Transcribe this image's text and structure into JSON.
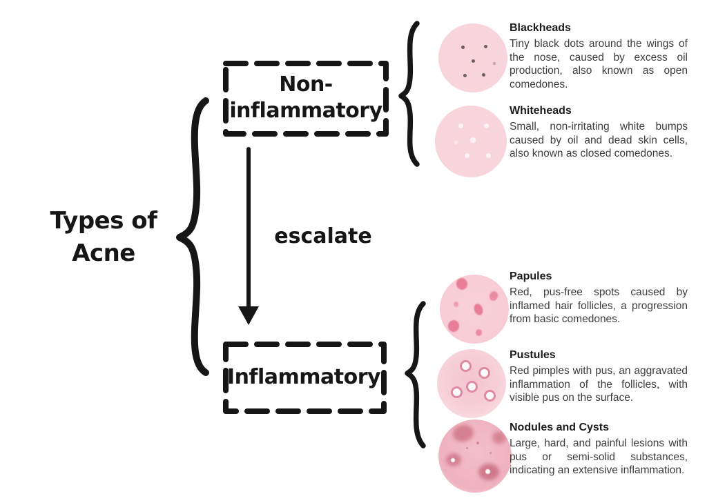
{
  "title": {
    "line1": "Types of",
    "line2": "Acne"
  },
  "flow": {
    "top_box": {
      "line1": "Non-",
      "line2": "inflammatory"
    },
    "arrow_label": "escalate",
    "bottom_box": "Inflammatory"
  },
  "items": [
    {
      "title": "Blackheads",
      "description": "Tiny black dots around the wings of the nose, caused by excess oil production, also known as open comedones.",
      "illustration": "blackheads-circle"
    },
    {
      "title": "Whiteheads",
      "description": "Small, non-irritating white bumps caused by oil and dead skin cells, also known as closed comedones.",
      "illustration": "whiteheads-circle"
    },
    {
      "title": "Papules",
      "description": "Red, pus-free spots caused by inflamed hair follicles, a progression from basic comedones.",
      "illustration": "papules-circle"
    },
    {
      "title": "Pustules",
      "description": "Red pimples with pus, an aggravated inflammation of the follicles, with visible pus on the surface.",
      "illustration": "pustules-circle"
    },
    {
      "title": "Nodules and Cysts",
      "description": "Large, hard, and painful lesions with pus or semi-solid substances, indicating an extensive inflammation.",
      "illustration": "nodules-cysts-circle"
    }
  ],
  "colors": {
    "ink": "#161616",
    "heading_text": "#1b1b1b",
    "body_text": "#3d3d3d",
    "skin_pink": "#f8d5dc",
    "papule_red": "#e87e95",
    "pustule_ring": "#de8aa0",
    "nodule_red": "#d4808f",
    "blackhead_dot": "#6d5d63",
    "whitehead_dot": "#fdf2f4"
  }
}
